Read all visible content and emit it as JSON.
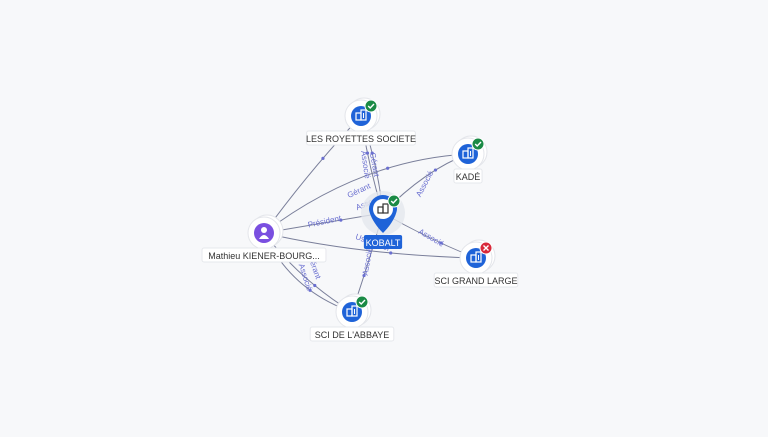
{
  "colors": {
    "edge": "#7a7f9a",
    "edge_label": "#6a6fd0",
    "company_blue": "#1f63d8",
    "person_purple": "#7a4fe0",
    "ok_green": "#1a8a45",
    "bad_red": "#d8283a",
    "label_text": "#333333",
    "center_label_bg": "#1f63d8",
    "center_label_text": "#ffffff"
  },
  "nodes": [
    {
      "id": "kobalt",
      "label": "KOBALT",
      "kind": "company",
      "status": "ok",
      "center": true
    },
    {
      "id": "royettes",
      "label": "LES ROYETTES SOCIETE",
      "kind": "company",
      "status": "ok"
    },
    {
      "id": "kade",
      "label": "KADÉ",
      "kind": "company",
      "status": "ok"
    },
    {
      "id": "grandlarge",
      "label": "SCI GRAND LARGE",
      "kind": "company",
      "status": "closed"
    },
    {
      "id": "abbaye",
      "label": "SCI DE L'ABBAYE",
      "kind": "company",
      "status": "ok"
    },
    {
      "id": "mathieu",
      "label": "Mathieu KIENER-BOURG...",
      "kind": "person",
      "status": "none"
    }
  ],
  "edges": [
    {
      "from": "mathieu",
      "to": "kobalt",
      "label": "Président"
    },
    {
      "from": "mathieu",
      "to": "royettes",
      "label": "Gérant"
    },
    {
      "from": "mathieu",
      "to": "kade",
      "label": "Associé"
    },
    {
      "from": "mathieu",
      "to": "grandlarge",
      "label": "Usufruitier"
    },
    {
      "from": "mathieu",
      "to": "abbaye",
      "label": "Gérant"
    },
    {
      "from": "mathieu",
      "to": "abbaye",
      "label": "Associé"
    },
    {
      "from": "kobalt",
      "to": "royettes",
      "label": "Gérant"
    },
    {
      "from": "kobalt",
      "to": "royettes",
      "label": "Associé"
    },
    {
      "from": "kobalt",
      "to": "kade",
      "label": "Associé"
    },
    {
      "from": "kobalt",
      "to": "grandlarge",
      "label": "Associé"
    },
    {
      "from": "kobalt",
      "to": "abbaye",
      "label": "Associé"
    }
  ]
}
